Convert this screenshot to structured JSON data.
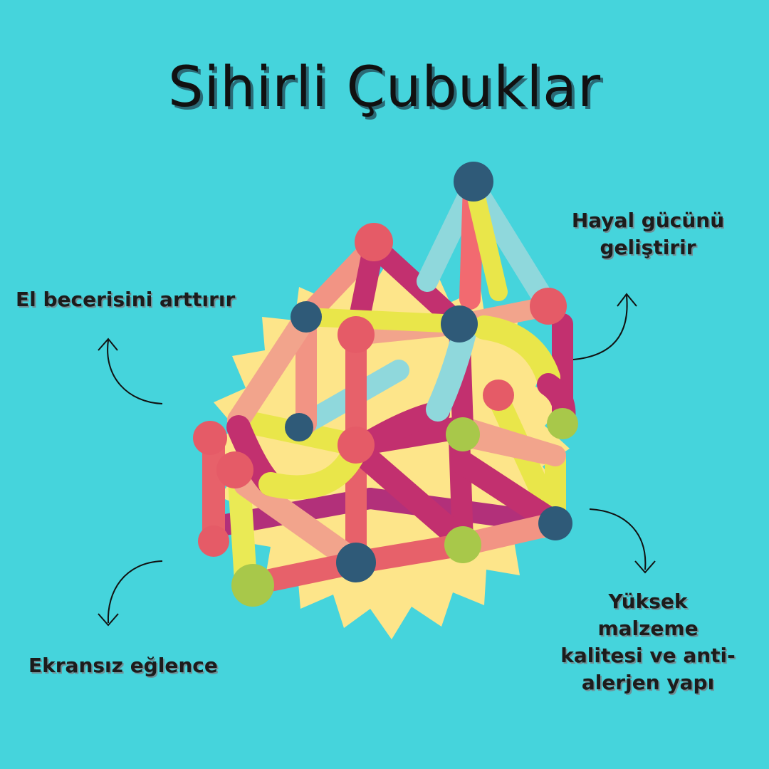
{
  "title": "Sihirli Çubuklar",
  "features": {
    "dexterity": "El becerisini arttırır",
    "imagination": [
      "Hayal gücünü",
      "geliştirir"
    ],
    "screen_free": "Ekransız eğlence",
    "quality": [
      "Yüksek",
      "malzeme",
      "kalitesi ve anti-",
      "alerjen yapı"
    ]
  },
  "colors": {
    "background": "#45d4dc",
    "burst": "#fde58a",
    "title_shadow": "#2a6a76"
  },
  "icons": {
    "arrows": "curved-arrow-icon",
    "toy": "magnetic-stick-toy-image"
  }
}
